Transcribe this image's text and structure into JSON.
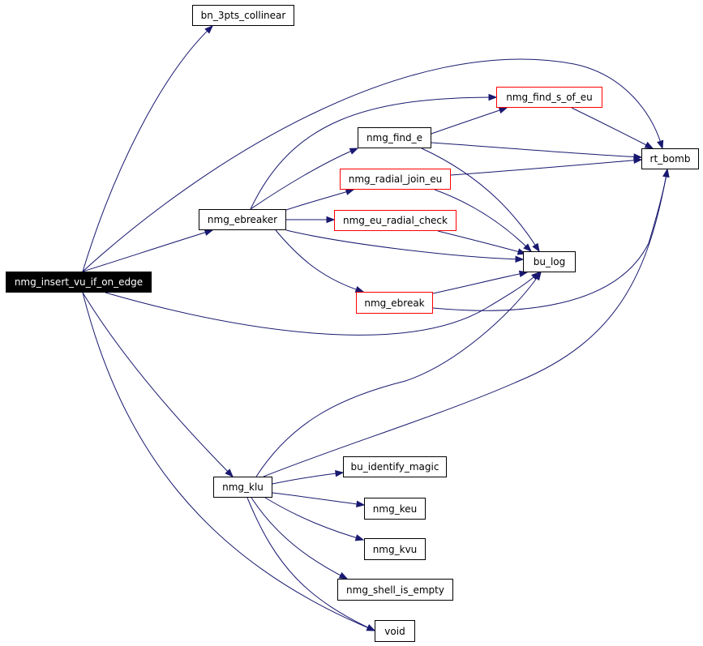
{
  "graph": {
    "edge_color": "#191970",
    "node_border_color": "#000000",
    "highlight_border_color": "#ff0000",
    "root_fill": "#000000",
    "root_text": "#ffffff",
    "nodes": [
      {
        "id": "insert",
        "label": "nmg_insert_vu_if_on_edge",
        "style": "root"
      },
      {
        "id": "bn3",
        "label": "bn_3pts_collinear",
        "style": "normal"
      },
      {
        "id": "ebreaker",
        "label": "nmg_ebreaker",
        "style": "normal"
      },
      {
        "id": "klu",
        "label": "nmg_klu",
        "style": "normal"
      },
      {
        "id": "finde",
        "label": "nmg_find_e",
        "style": "normal"
      },
      {
        "id": "findsofeu",
        "label": "nmg_find_s_of_eu",
        "style": "red"
      },
      {
        "id": "radialjoin",
        "label": "nmg_radial_join_eu",
        "style": "red"
      },
      {
        "id": "eucheck",
        "label": "nmg_eu_radial_check",
        "style": "red"
      },
      {
        "id": "ebreak",
        "label": "nmg_ebreak",
        "style": "red"
      },
      {
        "id": "rtbomb",
        "label": "rt_bomb",
        "style": "normal"
      },
      {
        "id": "bulog",
        "label": "bu_log",
        "style": "normal"
      },
      {
        "id": "buident",
        "label": "bu_identify_magic",
        "style": "normal"
      },
      {
        "id": "keu",
        "label": "nmg_keu",
        "style": "normal"
      },
      {
        "id": "kvu",
        "label": "nmg_kvu",
        "style": "normal"
      },
      {
        "id": "shellempty",
        "label": "nmg_shell_is_empty",
        "style": "normal"
      },
      {
        "id": "void",
        "label": "void",
        "style": "normal"
      }
    ],
    "edges": [
      {
        "from": "insert",
        "to": "bn3"
      },
      {
        "from": "insert",
        "to": "rtbomb"
      },
      {
        "from": "insert",
        "to": "ebreaker"
      },
      {
        "from": "insert",
        "to": "bulog"
      },
      {
        "from": "insert",
        "to": "klu"
      },
      {
        "from": "insert",
        "to": "void"
      },
      {
        "from": "ebreaker",
        "to": "findsofeu"
      },
      {
        "from": "ebreaker",
        "to": "finde"
      },
      {
        "from": "ebreaker",
        "to": "radialjoin"
      },
      {
        "from": "ebreaker",
        "to": "eucheck"
      },
      {
        "from": "ebreaker",
        "to": "bulog"
      },
      {
        "from": "ebreaker",
        "to": "ebreak"
      },
      {
        "from": "finde",
        "to": "findsofeu"
      },
      {
        "from": "finde",
        "to": "rtbomb"
      },
      {
        "from": "finde",
        "to": "bulog"
      },
      {
        "from": "findsofeu",
        "to": "rtbomb"
      },
      {
        "from": "radialjoin",
        "to": "rtbomb"
      },
      {
        "from": "radialjoin",
        "to": "bulog"
      },
      {
        "from": "eucheck",
        "to": "bulog"
      },
      {
        "from": "ebreak",
        "to": "bulog"
      },
      {
        "from": "ebreak",
        "to": "rtbomb"
      },
      {
        "from": "klu",
        "to": "bulog"
      },
      {
        "from": "klu",
        "to": "rtbomb"
      },
      {
        "from": "klu",
        "to": "buident"
      },
      {
        "from": "klu",
        "to": "keu"
      },
      {
        "from": "klu",
        "to": "kvu"
      },
      {
        "from": "klu",
        "to": "shellempty"
      },
      {
        "from": "klu",
        "to": "void"
      }
    ]
  }
}
